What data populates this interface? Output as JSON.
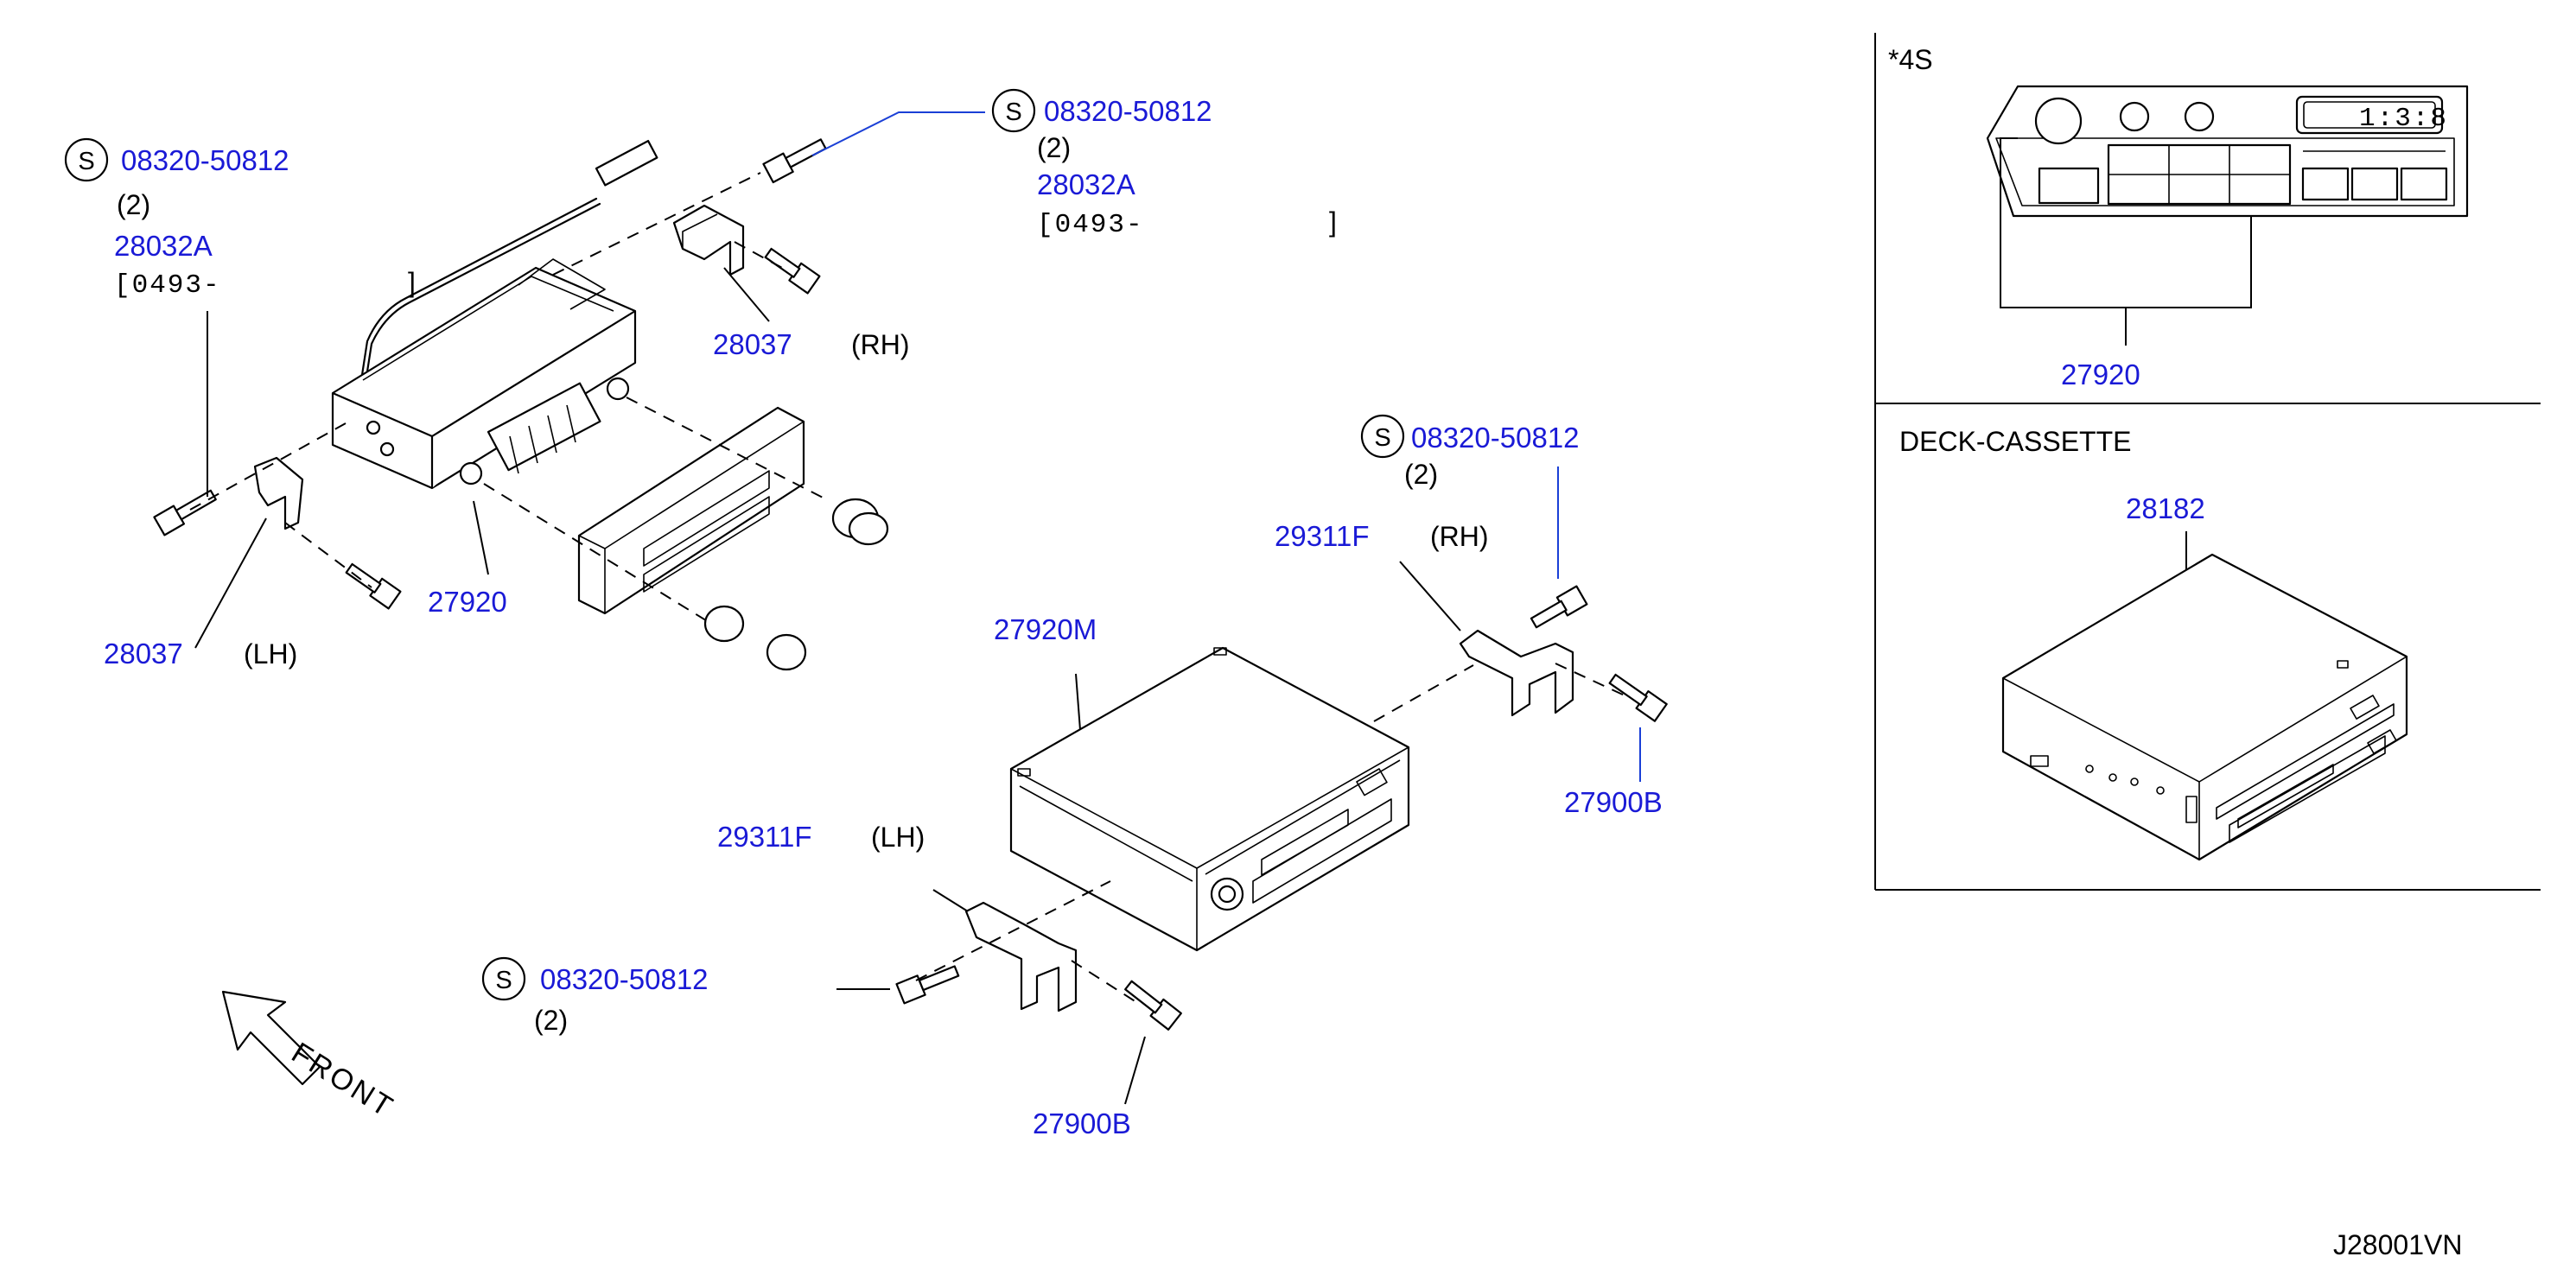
{
  "labels": {
    "screw_top_left": "08320-50812",
    "qty_top_left": "(2)",
    "screw_top_left_alt": "28032A",
    "date_top_left": "[0493-",
    "date_top_left_close": "]",
    "screw_top_mid": "08320-50812",
    "qty_top_mid": "(2)",
    "screw_top_mid_alt": "28032A",
    "date_top_mid": "[0493-",
    "date_top_mid_close": "]",
    "bracket_rh": "28037",
    "rh": "(RH)",
    "bracket_lh": "28037",
    "lh": "(LH)",
    "radio_left": "27920",
    "screw_right": "08320-50812",
    "qty_right": "(2)",
    "bracket_29311f_rh": "29311F",
    "rh2": "(RH)",
    "radio_mid": "27920M",
    "screw_27900b_right": "27900B",
    "bracket_29311f_lh": "29311F",
    "lh2": "(LH)",
    "screw_bottom": "08320-50812",
    "qty_bottom": "(2)",
    "screw_27900b_bottom": "27900B",
    "front": "FRONT",
    "s_symbol": "S",
    "diagram_id": "J28001VN"
  },
  "inset_4s": {
    "title": "*4S",
    "part": "27920",
    "display": "1:3:8"
  },
  "inset_deck": {
    "title": "DECK-CASSETTE",
    "part": "28182"
  },
  "colors": {
    "part_number": "#1a1ad6",
    "leader_blue": "#1a3fd6",
    "line": "#000000",
    "background": "#ffffff"
  }
}
